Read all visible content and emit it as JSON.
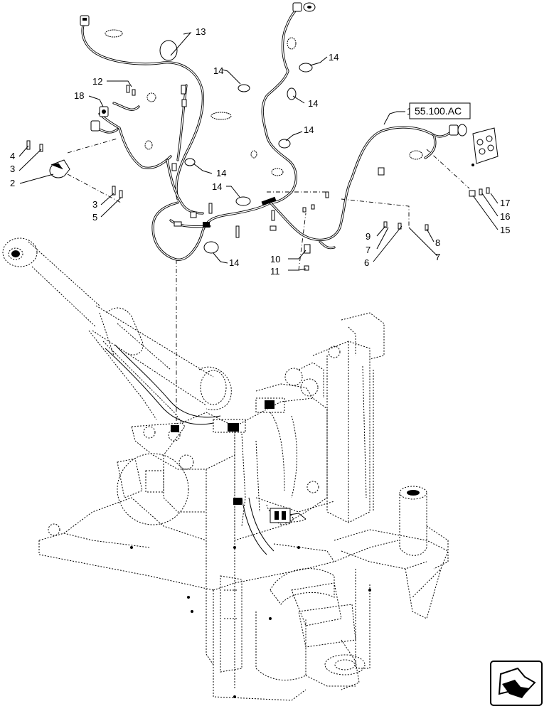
{
  "diagram": {
    "reference_box": "55.100.AC",
    "callouts": [
      {
        "id": "c1",
        "label": "1"
      },
      {
        "id": "c2",
        "label": "2"
      },
      {
        "id": "c3a",
        "label": "3"
      },
      {
        "id": "c3b",
        "label": "3"
      },
      {
        "id": "c4",
        "label": "4"
      },
      {
        "id": "c5",
        "label": "5"
      },
      {
        "id": "c6",
        "label": "6"
      },
      {
        "id": "c7a",
        "label": "7"
      },
      {
        "id": "c7b",
        "label": "7"
      },
      {
        "id": "c8",
        "label": "8"
      },
      {
        "id": "c9",
        "label": "9"
      },
      {
        "id": "c10",
        "label": "10"
      },
      {
        "id": "c11",
        "label": "11"
      },
      {
        "id": "c12",
        "label": "12"
      },
      {
        "id": "c13",
        "label": "13"
      },
      {
        "id": "c14a",
        "label": "14"
      },
      {
        "id": "c14b",
        "label": "14"
      },
      {
        "id": "c14c",
        "label": "14"
      },
      {
        "id": "c14d",
        "label": "14"
      },
      {
        "id": "c14e",
        "label": "14"
      },
      {
        "id": "c14f",
        "label": "14"
      },
      {
        "id": "c14g",
        "label": "14"
      },
      {
        "id": "c15",
        "label": "15"
      },
      {
        "id": "c16",
        "label": "16"
      },
      {
        "id": "c17",
        "label": "17"
      },
      {
        "id": "c18",
        "label": "18"
      }
    ],
    "nav_icon": "arrow-icon"
  }
}
